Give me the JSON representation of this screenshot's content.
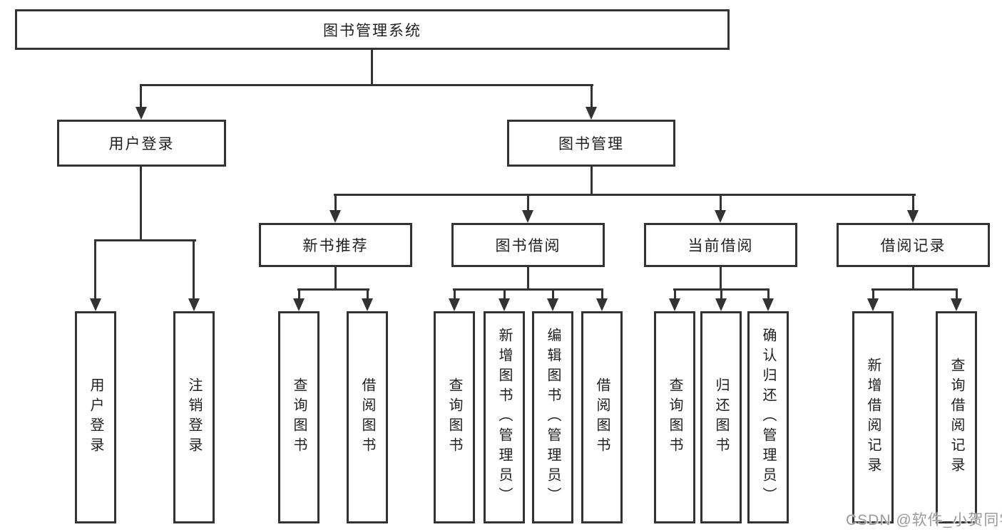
{
  "tree": {
    "root": "图书管理系统",
    "children": [
      {
        "label": "用户登录",
        "children": [
          "用户登录",
          "注销登录"
        ]
      },
      {
        "label": "图书管理",
        "children": [
          {
            "label": "新书推荐",
            "children": [
              "查询图书",
              "借阅图书"
            ]
          },
          {
            "label": "图书借阅",
            "children": [
              "查询图书",
              "新增图书（管理员）",
              "编辑图书（管理员）",
              "借阅图书"
            ]
          },
          {
            "label": "当前借阅",
            "children": [
              "查询图书",
              "归还图书",
              "确认归还（管理员）"
            ]
          },
          {
            "label": "借阅记录",
            "children": [
              "新增借阅记录",
              "查询借阅记录"
            ]
          }
        ]
      }
    ]
  },
  "watermark": {
    "text": "CSDN @软件_小贺同学"
  },
  "colors": {
    "line": "#333333",
    "box_border": "#333333",
    "box_fill": "#ffffff",
    "text": "#1f1f1f",
    "watermark": "#9b9b9b",
    "background": "#ffffff"
  }
}
